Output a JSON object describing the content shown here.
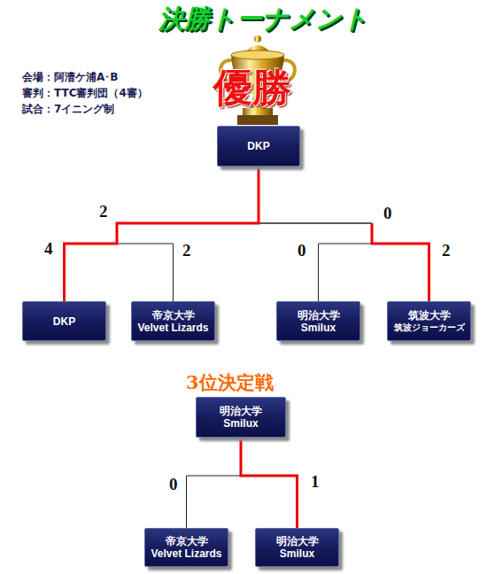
{
  "diagram": {
    "title": "決勝トーナメント",
    "nodes": [
      {
        "text": [
          "DKP"
        ]
      },
      {
        "text": [
          "DKP"
        ]
      },
      {
        "text": [
          "帝京大学",
          "Velvet Lizards"
        ]
      },
      {
        "text": [
          "明治大学",
          "Smilux"
        ]
      },
      {
        "text": [
          "筑波大学",
          "筑波ジョーカーズ"
        ]
      },
      {
        "text": [
          "明治大学",
          "Smilux"
        ]
      },
      {
        "text": [
          "帝京大学",
          "Velvet Lizards"
        ]
      },
      {
        "text": [
          "明治大学",
          "Smilux"
        ]
      }
    ],
    "edges": [
      {
        "from": 1,
        "to": 0,
        "arrow": "none"
      },
      {
        "from": 2,
        "to": 0,
        "arrow": "none"
      },
      {
        "from": 3,
        "to": 0,
        "arrow": "none"
      },
      {
        "from": 4,
        "to": 0,
        "arrow": "none"
      },
      {
        "from": 6,
        "to": 5,
        "arrow": "none"
      },
      {
        "from": 7,
        "to": 5,
        "arrow": "none"
      }
    ],
    "labels": [
      "会場：阿漕ケ浦A･B",
      "審判：TTC審判団（4審）",
      "試合：7イニング制",
      "優勝",
      "2",
      "0",
      "4",
      "2",
      "0",
      "2",
      "3位決定戦",
      "0",
      "1"
    ]
  }
}
